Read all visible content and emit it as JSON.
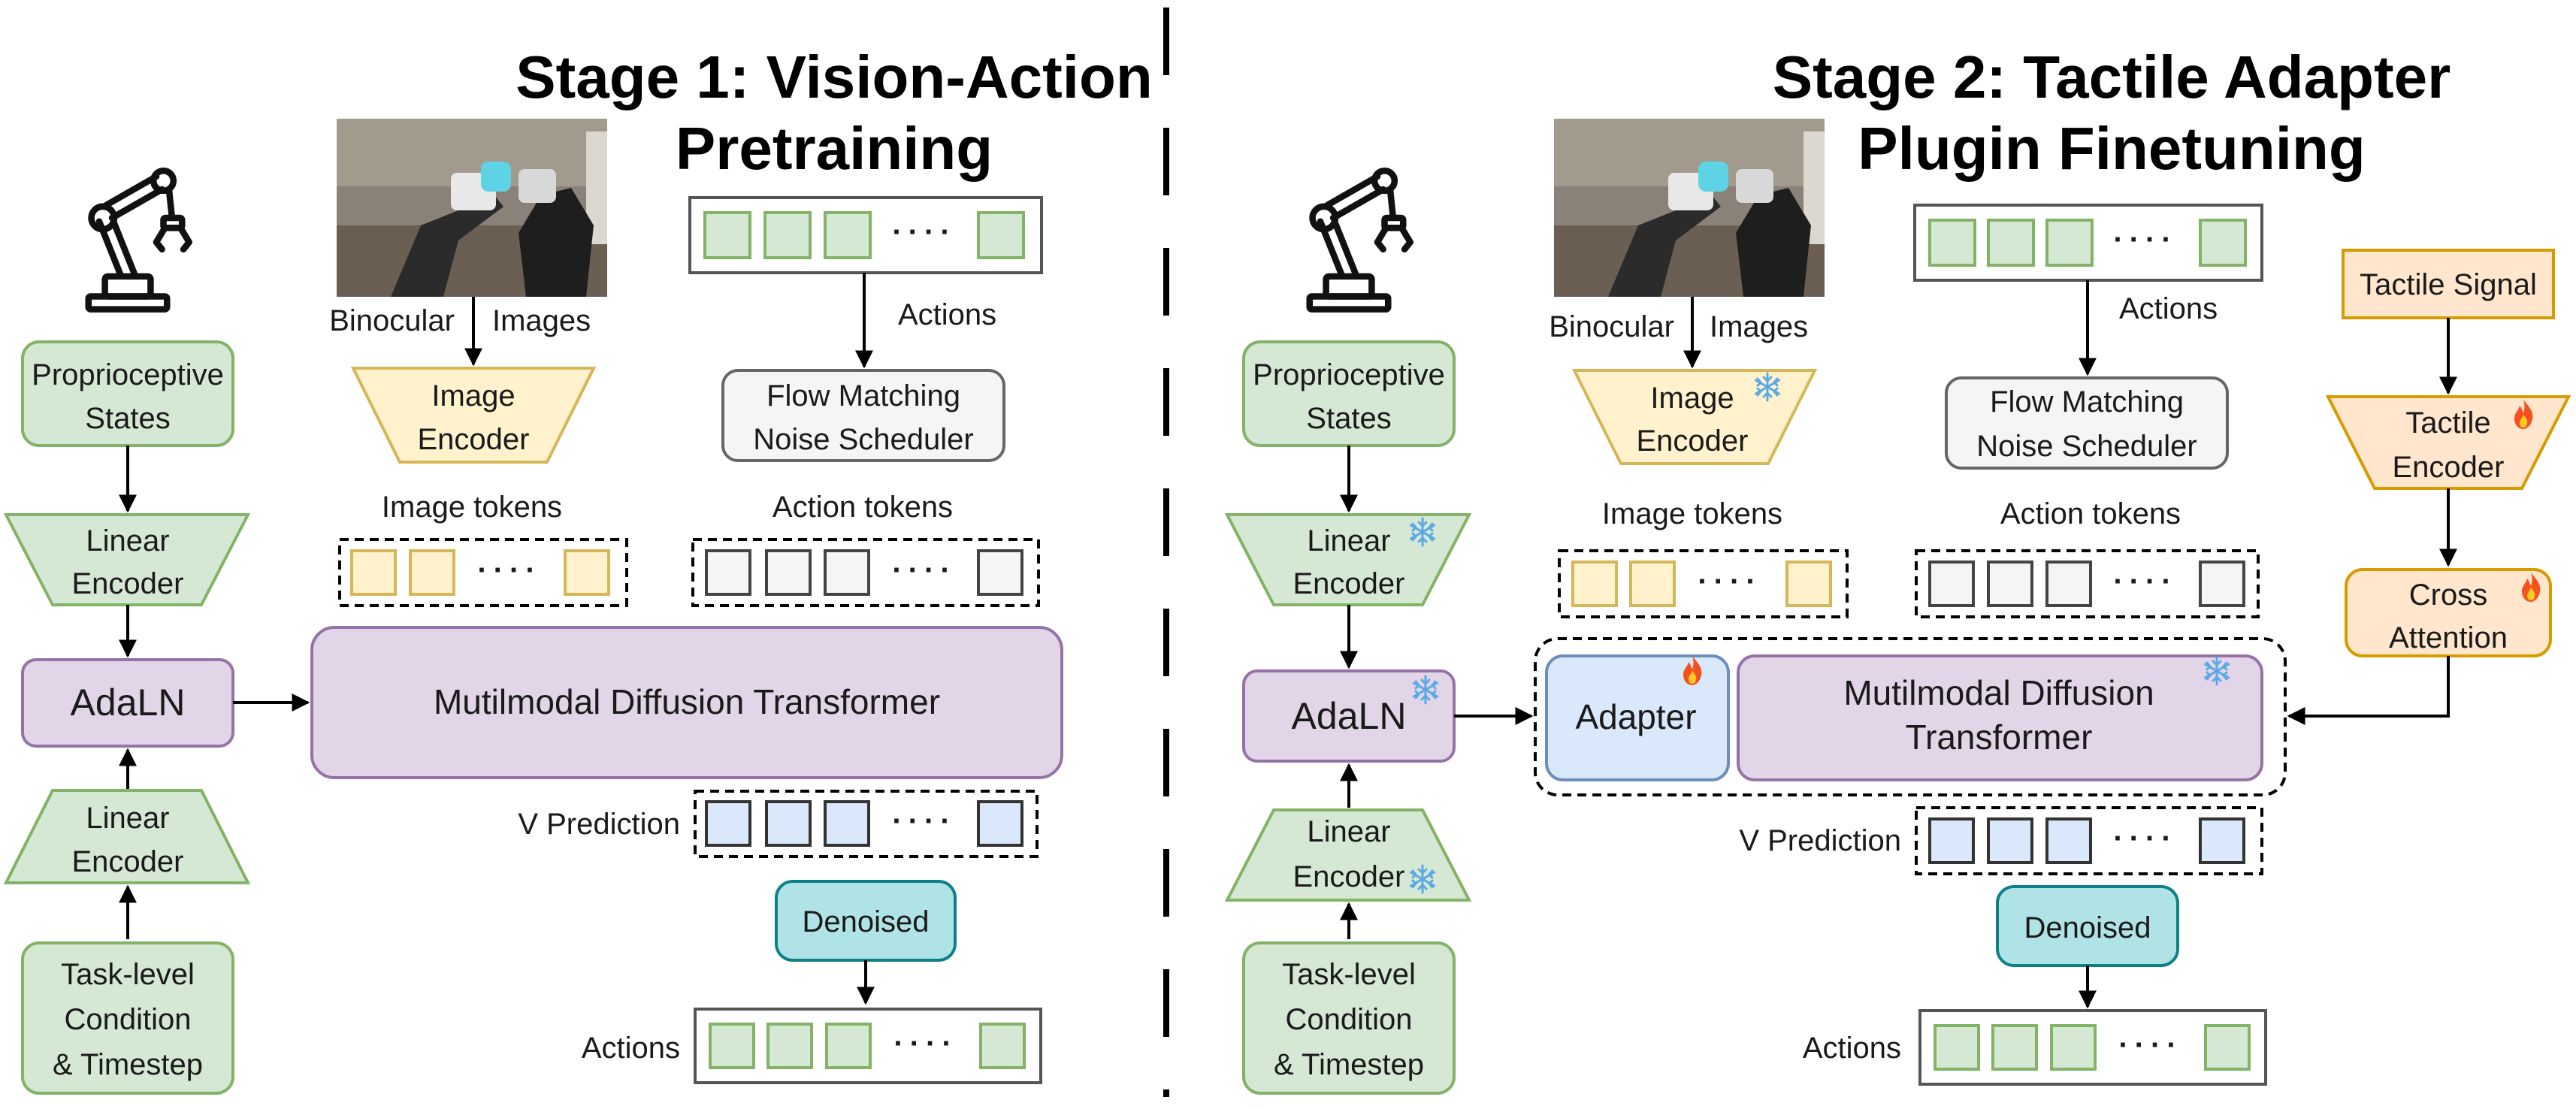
{
  "stage1": {
    "title_line1": "Stage 1: Vision-Action",
    "title_line2": "Pretraining",
    "proprio_line1": "Proprioceptive",
    "proprio_line2": "States",
    "linear_enc_line1": "Linear",
    "linear_enc_line2": "Encoder",
    "adaln": "AdaLN",
    "task_line1": "Task-level",
    "task_line2": "Condition",
    "task_line3": "& Timestep",
    "binocular": "Binocular",
    "images": "Images",
    "image_enc_line1": "Image",
    "image_enc_line2": "Encoder",
    "image_tokens": "Image tokens",
    "actions_top": "Actions",
    "flow_line1": "Flow Matching",
    "flow_line2": "Noise Scheduler",
    "action_tokens": "Action tokens",
    "transformer": "Mutilmodal Diffusion Transformer",
    "v_prediction": "V Prediction",
    "denoised": "Denoised",
    "actions_bottom": "Actions",
    "dots": "····"
  },
  "stage2": {
    "title_line1": "Stage 2: Tactile Adapter",
    "title_line2": "Plugin Finetuning",
    "proprio_line1": "Proprioceptive",
    "proprio_line2": "States",
    "linear_enc_line1": "Linear",
    "linear_enc_line2": "Encoder",
    "adaln": "AdaLN",
    "task_line1": "Task-level",
    "task_line2": "Condition",
    "task_line3": "& Timestep",
    "binocular": "Binocular",
    "images": "Images",
    "image_enc_line1": "Image",
    "image_enc_line2": "Encoder",
    "image_tokens": "Image tokens",
    "actions_top": "Actions",
    "flow_line1": "Flow Matching",
    "flow_line2": "Noise Scheduler",
    "action_tokens": "Action tokens",
    "adapter": "Adapter",
    "transformer_line1": "Mutilmodal Diffusion",
    "transformer_line2": "Transformer",
    "tactile_signal": "Tactile Signal",
    "tactile_enc_line1": "Tactile",
    "tactile_enc_line2": "Encoder",
    "cross_line1": "Cross",
    "cross_line2": "Attention",
    "v_prediction": "V Prediction",
    "denoised": "Denoised",
    "actions_bottom": "Actions",
    "dots": "····"
  },
  "icons": {
    "robot": "robot-arm-icon",
    "frozen": "snowflake-icon",
    "trainable": "flame-icon",
    "photo": "robot-camera-photo"
  },
  "colors": {
    "green_fill": "#d5e8d4",
    "green_stroke": "#82b366",
    "yellow_fill": "#fff2cc",
    "yellow_stroke": "#d6b656",
    "gray_fill": "#f5f5f5",
    "gray_stroke": "#666666",
    "purple_fill": "#e1d5e7",
    "purple_stroke": "#9673a6",
    "blue_fill": "#dae8fc",
    "blue_stroke": "#6c8ebf",
    "teal_fill": "#b0e3e6",
    "teal_stroke": "#0e8088",
    "orange_fill": "#ffe6cc",
    "orange_stroke": "#d79b00"
  }
}
